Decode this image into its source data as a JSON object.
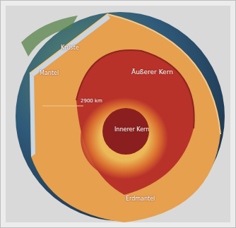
{
  "diagram": {
    "labels": [
      "Kruste",
      "Mantel",
      "2900 km",
      "Äußerer Kern",
      "Innerer Kern",
      "Erdmantel"
    ]
  }
}
